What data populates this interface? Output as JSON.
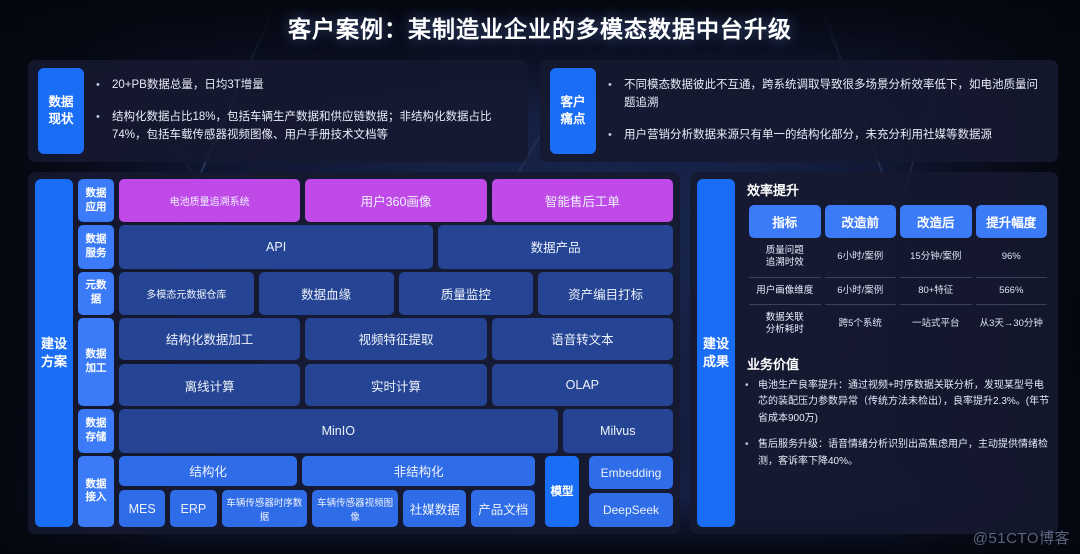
{
  "title": "客户案例：某制造业企业的多模态数据中台升级",
  "watermark": "@51CTO博客",
  "colors": {
    "accent_blue": "#1a6ef5",
    "row_tag_blue": "#3b7bf7",
    "cell_blue": "#254594",
    "bright_cell_blue": "#2f6ce8",
    "purple": "#bf4ae8",
    "panel_bg": "#161930",
    "page_bg": "#090c1c"
  },
  "top_cards": [
    {
      "tag_lines": [
        "数据",
        "现状"
      ],
      "bullets": [
        "20+PB数据总量，日均3T增量",
        "结构化数据占比18%，包括车辆生产数据和供应链数据；非结构化数据占比74%，包括车载传感器视频图像、用户手册技术文档等"
      ]
    },
    {
      "tag_lines": [
        "客户",
        "痛点"
      ],
      "bullets": [
        "不同模态数据彼此不互通，跨系统调取导致很多场景分析效率低下，如电池质量问题追溯",
        "用户营销分析数据来源只有单一的结构化部分，未充分利用社媒等数据源"
      ]
    }
  ],
  "architecture": {
    "scheme_tag_lines": [
      "建设",
      "方案"
    ],
    "rows": [
      {
        "tag_lines": [
          "数据",
          "应用"
        ],
        "style": "purple",
        "cells": [
          {
            "label": "电池质量追溯系统",
            "flex": 1
          },
          {
            "label": "用户360画像",
            "flex": 1
          },
          {
            "label": "智能售后工单",
            "flex": 1
          }
        ]
      },
      {
        "tag_lines": [
          "数据",
          "服务"
        ],
        "style": "normal",
        "cells": [
          {
            "label": "API",
            "flex": 1.35
          },
          {
            "label": "数据产品",
            "flex": 1
          }
        ]
      },
      {
        "tag_lines": [
          "元数",
          "据"
        ],
        "style": "normal",
        "cells": [
          {
            "label": "多模态元数据仓库",
            "flex": 1
          },
          {
            "label": "数据血缘",
            "flex": 1
          },
          {
            "label": "质量监控",
            "flex": 1
          },
          {
            "label": "资产编目打标",
            "flex": 1
          }
        ]
      },
      {
        "tag_lines": [
          "数据",
          "加工"
        ],
        "style": "stacked",
        "sub_rows": [
          [
            {
              "label": "结构化数据加工",
              "flex": 1
            },
            {
              "label": "视频特征提取",
              "flex": 1
            },
            {
              "label": "语音转文本",
              "flex": 1
            }
          ],
          [
            {
              "label": "离线计算",
              "flex": 1
            },
            {
              "label": "实时计算",
              "flex": 1
            },
            {
              "label": "OLAP",
              "flex": 1
            }
          ]
        ]
      },
      {
        "tag_lines": [
          "数据",
          "存储"
        ],
        "style": "normal",
        "cells": [
          {
            "label": "MinIO",
            "flex": 4.2
          },
          {
            "label": "Milvus",
            "flex": 1
          }
        ]
      }
    ],
    "ingest_row": {
      "tag_lines": [
        "数据",
        "接入"
      ],
      "top_cells": [
        {
          "label": "结构化",
          "flex": 1
        },
        {
          "label": "非结构化",
          "flex": 1.32
        }
      ],
      "bottom_cells": [
        {
          "label": "MES",
          "flex": 0.62
        },
        {
          "label": "ERP",
          "flex": 0.62
        },
        {
          "label": "车辆传感器时序数据",
          "flex": 1.26
        },
        {
          "label": "车辆传感器视频图像",
          "flex": 1.26
        },
        {
          "label": "社媒数据",
          "flex": 0.9
        },
        {
          "label": "产品文档",
          "flex": 0.9
        }
      ],
      "model_tag": "模型",
      "model_cells": [
        "Embedding",
        "DeepSeek"
      ]
    }
  },
  "results": {
    "tag_lines": [
      "建设",
      "成果"
    ],
    "efficiency_title": "效率提升",
    "table": {
      "headers": [
        "指标",
        "改造前",
        "改造后",
        "提升幅度"
      ],
      "rows": [
        [
          "质量问题\n追溯时效",
          "6小时/案例",
          "15分钟/案例",
          "96%"
        ],
        [
          "用户画像维度",
          "6小时/案例",
          "80+特征",
          "566%"
        ],
        [
          "数据关联\n分析耗时",
          "跨5个系统",
          "一站式平台",
          "从3天→30分钟"
        ]
      ]
    },
    "value_title": "业务价值",
    "value_bullets": [
      "电池生产良率提升：通过视频+时序数据关联分析，发现某型号电芯的装配压力参数异常（传统方法未检出），良率提升2.3%。(年节省成本900万)",
      "售后服务升级：语音情绪分析识别出高焦虑用户，主动提供情绪检测，客诉率下降40%。"
    ]
  }
}
